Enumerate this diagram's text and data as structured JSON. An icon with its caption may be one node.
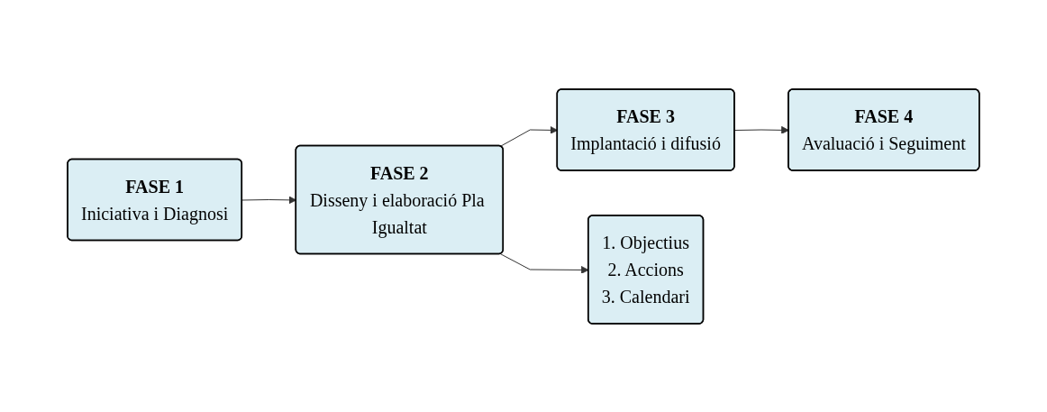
{
  "diagram": {
    "nodes": [
      {
        "text": [
          "FASE 1",
          "Iniciativa i Diagnosi"
        ]
      },
      {
        "text": [
          "FASE 2",
          "Disseny i elaboració Pla Igualtat"
        ]
      },
      {
        "text": [
          "FASE 3",
          "Implantació i difusió"
        ]
      },
      {
        "text": [
          "FASE 4",
          "Avaluació i Seguiment"
        ]
      },
      {
        "text": [
          "1. Objectius",
          "2. Accions",
          "3. Calendari"
        ]
      }
    ],
    "edges": [
      {
        "from": 0,
        "to": 1,
        "arrow": "to"
      },
      {
        "from": 1,
        "to": 2,
        "arrow": "to"
      },
      {
        "from": 2,
        "to": 3,
        "arrow": "to"
      },
      {
        "from": 1,
        "to": 4,
        "arrow": "to"
      }
    ]
  }
}
